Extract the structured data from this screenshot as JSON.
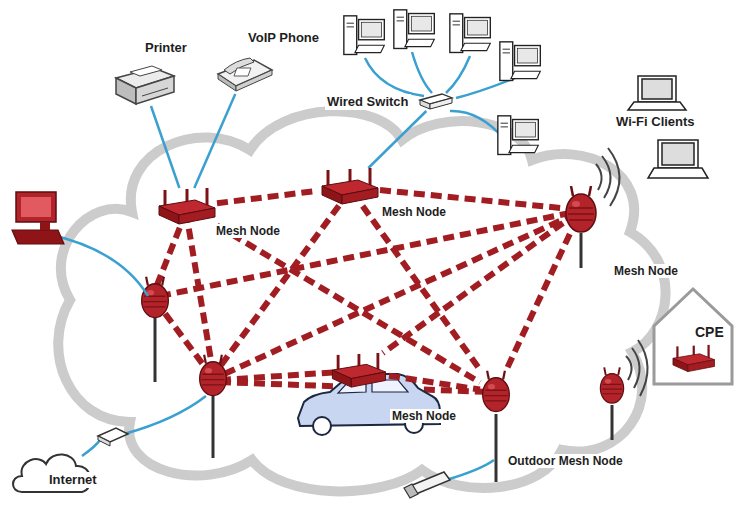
{
  "diagram": {
    "nodes": [
      {
        "text": [
          "Printer"
        ]
      },
      {
        "text": [
          "VoIP Phone"
        ]
      },
      {
        "text": [
          "Wired Switch"
        ]
      },
      {
        "text": [
          "Wi-Fi Clients"
        ]
      },
      {
        "text": [
          "Mesh Node"
        ]
      },
      {
        "text": [
          "Mesh Node"
        ]
      },
      {
        "text": [
          "Mesh Node"
        ]
      },
      {
        "text": [
          "CPE"
        ]
      },
      {
        "text": [
          "Mesh Node"
        ]
      },
      {
        "text": [
          "Outdoor Mesh Node"
        ]
      },
      {
        "text": [
          "Internet"
        ]
      }
    ],
    "edges": [
      {
        "from": 0,
        "to": 4,
        "arrow": "none"
      },
      {
        "from": 1,
        "to": 4,
        "arrow": "none"
      },
      {
        "from": 2,
        "to": 5,
        "arrow": "none"
      },
      {
        "from": 4,
        "to": 5,
        "arrow": "none"
      },
      {
        "from": 5,
        "to": 6,
        "arrow": "none"
      },
      {
        "from": 4,
        "to": 9,
        "arrow": "none"
      },
      {
        "from": 5,
        "to": 9,
        "arrow": "none"
      },
      {
        "from": 6,
        "to": 8,
        "arrow": "none"
      },
      {
        "from": 6,
        "to": 9,
        "arrow": "none"
      },
      {
        "from": 8,
        "to": 9,
        "arrow": "none"
      }
    ]
  }
}
